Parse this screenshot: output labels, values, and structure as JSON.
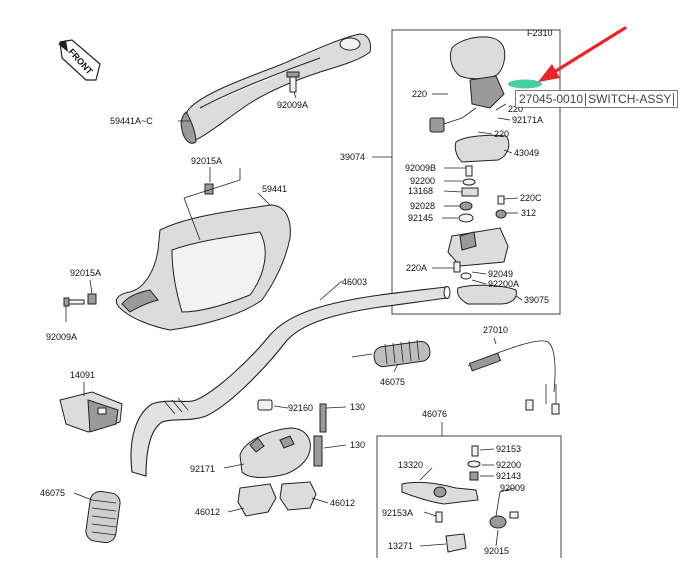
{
  "diagram_code": "F2310",
  "front_label": "FRONT",
  "labels": {
    "l_59441AC": "59441A~C",
    "l_92009A_top": "92009A",
    "l_92015A_mid": "92015A",
    "l_59441": "59441",
    "l_92015A_left": "92015A",
    "l_92009A_left": "92009A",
    "l_39074": "39074",
    "l_220_a": "220",
    "l_220_b": "220",
    "l_92171A": "92171A",
    "l_220_c": "220",
    "l_43049": "43049",
    "l_92009B": "92009B",
    "l_92200": "92200",
    "l_13168": "13168",
    "l_220C": "220C",
    "l_92028": "92028",
    "l_312": "312",
    "l_92145": "92145",
    "l_220A": "220A",
    "l_92049": "92049",
    "l_92200A": "92200A",
    "l_39075": "39075",
    "l_46003": "46003",
    "l_27010": "27010",
    "l_46075_mid": "46075",
    "l_14091": "14091",
    "l_92160": "92160",
    "l_130_a": "130",
    "l_130_b": "130",
    "l_92171": "92171",
    "l_46076": "46076",
    "l_92153": "92153",
    "l_92200_b": "92200",
    "l_13320": "13320",
    "l_92143": "92143",
    "l_92009": "92009",
    "l_46075_left": "46075",
    "l_46012_a": "46012",
    "l_46012_b": "46012",
    "l_92153A": "92153A",
    "l_13271": "13271",
    "l_92015": "92015"
  },
  "callout": {
    "part_number": "27045-0010",
    "part_name": "SWITCH-ASSY"
  },
  "colors": {
    "arrow": "#e8262a",
    "highlight": "#46d0a0",
    "callout_text": "#444444"
  }
}
